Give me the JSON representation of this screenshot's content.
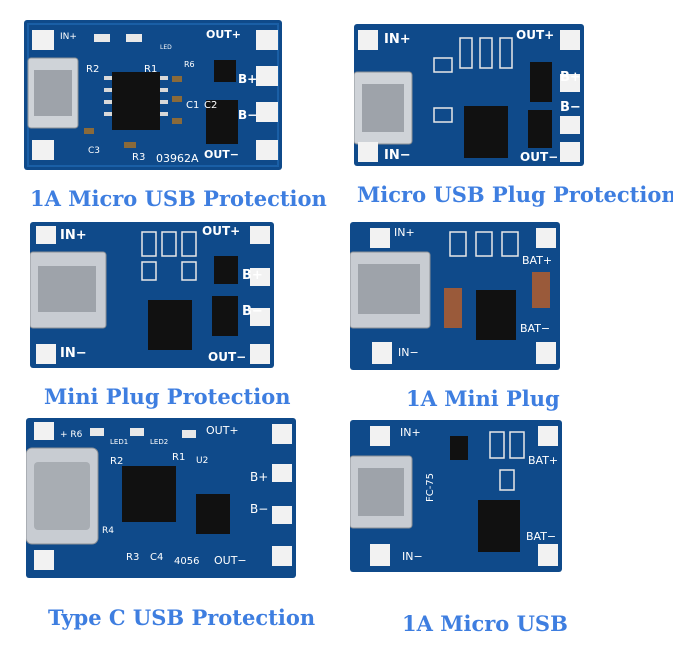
{
  "page": {
    "background": "#ffffff",
    "caption_color": "#3e7ee0",
    "board_color": "#0f4a8a"
  },
  "products": [
    {
      "caption": "1A Micro USB  Protection",
      "silk": {
        "tl": "IN+",
        "tr": "OUT+",
        "b1": "B+",
        "b2": "B−",
        "br": "OUT−",
        "code": "03962A",
        "r2": "R2",
        "r1": "R1",
        "r3": "R3",
        "c1": "C1",
        "c2": "C2",
        "c3": "C3",
        "r6": "R6",
        "led": "LED"
      }
    },
    {
      "caption": "Micro USB Plug Protection",
      "silk": {
        "tl": "IN+",
        "tr": "OUT+",
        "b1": "B+",
        "b2": "B−",
        "bl": "IN−",
        "br": "OUT−"
      }
    },
    {
      "caption": "Mini Plug Protection",
      "silk": {
        "tl": "IN+",
        "tr": "OUT+",
        "b1": "B+",
        "b2": "B−",
        "bl": "IN−",
        "br": "OUT−"
      }
    },
    {
      "caption": "1A Mini Plug",
      "silk": {
        "tl": "IN+",
        "b1": "BAT+",
        "b2": "BAT−",
        "bl": "IN−"
      }
    },
    {
      "caption": "Type C USB Protection",
      "silk": {
        "tl": "+ R6",
        "tr": "OUT+",
        "b1": "B+",
        "b2": "B−",
        "br": "OUT−",
        "code": "4056",
        "led1": "LED1",
        "led2": "LED2",
        "r2": "R2",
        "r1": "R1",
        "r3": "R3",
        "c4": "C4",
        "r4": "R4",
        "u2": "U2"
      }
    },
    {
      "caption": "1A Micro USB",
      "silk": {
        "tl": "IN+",
        "b1": "BAT+",
        "b2": "BAT−",
        "bl": "IN−",
        "fc": "FC-75"
      }
    }
  ]
}
